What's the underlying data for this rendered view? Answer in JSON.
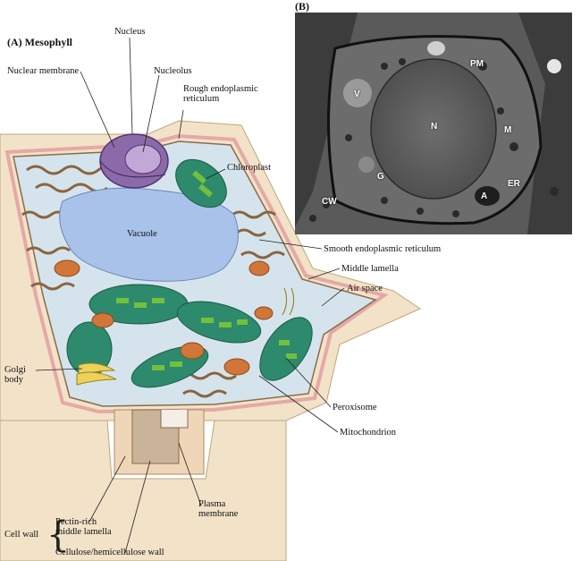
{
  "panels": {
    "a_title": "(A) Mesophyll",
    "b_title": "(B)"
  },
  "labels": {
    "nuclear_membrane": "Nuclear membrane",
    "nucleus": "Nucleus",
    "nucleolus": "Nucleolus",
    "rough_er": "Rough endoplasmic reticulum",
    "chloroplast": "Chloroplast",
    "vacuole": "Vacuole",
    "smooth_er": "Smooth endoplasmic reticulum",
    "middle_lamella": "Middle lamella",
    "air_space": "Air space",
    "golgi": "Golgi body",
    "peroxisome": "Peroxisome",
    "mitochondrion": "Mitochondrion",
    "plasma_membrane": "Plasma membrane",
    "cell_wall": "Cell wall",
    "pectin": "Pectin-rich middle lamella",
    "cellulose": "Cellulose/hemicellulose wall"
  },
  "micrograph_tags": {
    "pm": "PM",
    "v": "V",
    "n": "N",
    "m": "M",
    "g": "G",
    "er": "ER",
    "cw": "CW",
    "a": "A"
  },
  "colors": {
    "cell_wall": "#f1e0c6",
    "pink_lamella": "#e9b7b5",
    "cytoplasm": "#cfe0ea",
    "vacuole": "#9fbbe6",
    "nucleus": "#8b6aa8",
    "chloroplast": "#2e8a6a",
    "thylakoid": "#6fbd3a",
    "er": "#9c7a5a",
    "mitochondria": "#d0763a",
    "golgi": "#ecd25a"
  }
}
